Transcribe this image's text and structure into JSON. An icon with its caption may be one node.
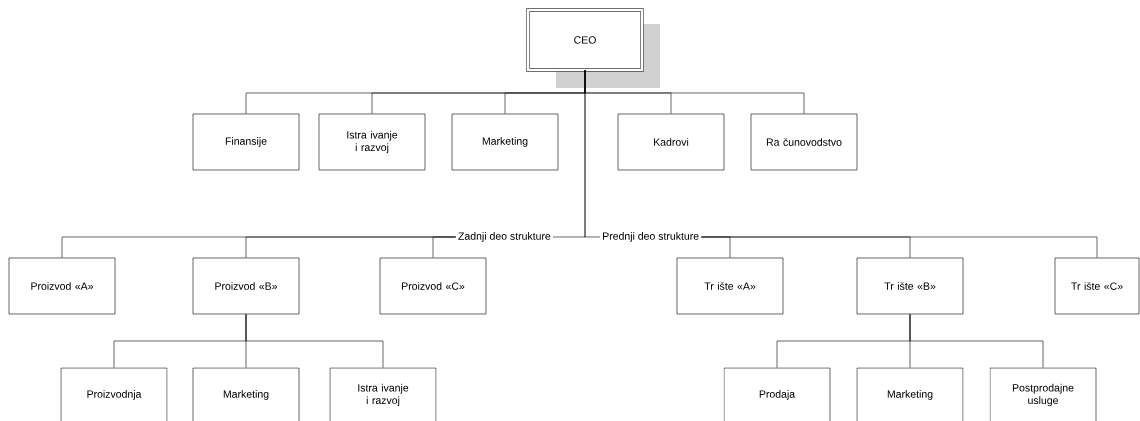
{
  "diagram": {
    "nodes": [
      {
        "text": [
          "CEO"
        ]
      },
      {
        "text": [
          "Finansije"
        ]
      },
      {
        "text": [
          "Istra ivanje i razvoj"
        ]
      },
      {
        "text": [
          "Marketing"
        ]
      },
      {
        "text": [
          "Kadrovi"
        ]
      },
      {
        "text": [
          "Ra čunovodstvo"
        ]
      },
      {
        "text": [
          "Zadnji deo strukture"
        ]
      },
      {
        "text": [
          "Prednji deo strukture"
        ]
      },
      {
        "text": [
          "Proizvod «A»"
        ]
      },
      {
        "text": [
          "Proizvod «B»"
        ]
      },
      {
        "text": [
          "Proizvod «C»"
        ]
      },
      {
        "text": [
          "Tr ište «A»"
        ]
      },
      {
        "text": [
          "Tr ište «B»"
        ]
      },
      {
        "text": [
          "Tr ište «C»"
        ]
      },
      {
        "text": [
          "Proizvodnja"
        ]
      },
      {
        "text": [
          "Marketing"
        ]
      },
      {
        "text": [
          "Istra ivanje i razvoj"
        ]
      },
      {
        "text": [
          "Prodaja"
        ]
      },
      {
        "text": [
          "Marketing"
        ]
      },
      {
        "text": [
          "Postprodajne usluge"
        ]
      }
    ],
    "edges": [
      {
        "from": 0,
        "to": 1,
        "arrow": "none"
      },
      {
        "from": 0,
        "to": 2,
        "arrow": "none"
      },
      {
        "from": 0,
        "to": 3,
        "arrow": "none"
      },
      {
        "from": 0,
        "to": 4,
        "arrow": "none"
      },
      {
        "from": 0,
        "to": 5,
        "arrow": "none"
      },
      {
        "from": 0,
        "to": 6,
        "arrow": "none"
      },
      {
        "from": 0,
        "to": 7,
        "arrow": "none"
      },
      {
        "from": 6,
        "to": 8,
        "arrow": "none"
      },
      {
        "from": 6,
        "to": 9,
        "arrow": "none"
      },
      {
        "from": 6,
        "to": 10,
        "arrow": "none"
      },
      {
        "from": 7,
        "to": 11,
        "arrow": "none"
      },
      {
        "from": 7,
        "to": 12,
        "arrow": "none"
      },
      {
        "from": 7,
        "to": 13,
        "arrow": "none"
      },
      {
        "from": 9,
        "to": 14,
        "arrow": "none"
      },
      {
        "from": 9,
        "to": 15,
        "arrow": "none"
      },
      {
        "from": 9,
        "to": 16,
        "arrow": "none"
      },
      {
        "from": 12,
        "to": 17,
        "arrow": "none"
      },
      {
        "from": 12,
        "to": 18,
        "arrow": "none"
      },
      {
        "from": 12,
        "to": 19,
        "arrow": "none"
      }
    ]
  }
}
